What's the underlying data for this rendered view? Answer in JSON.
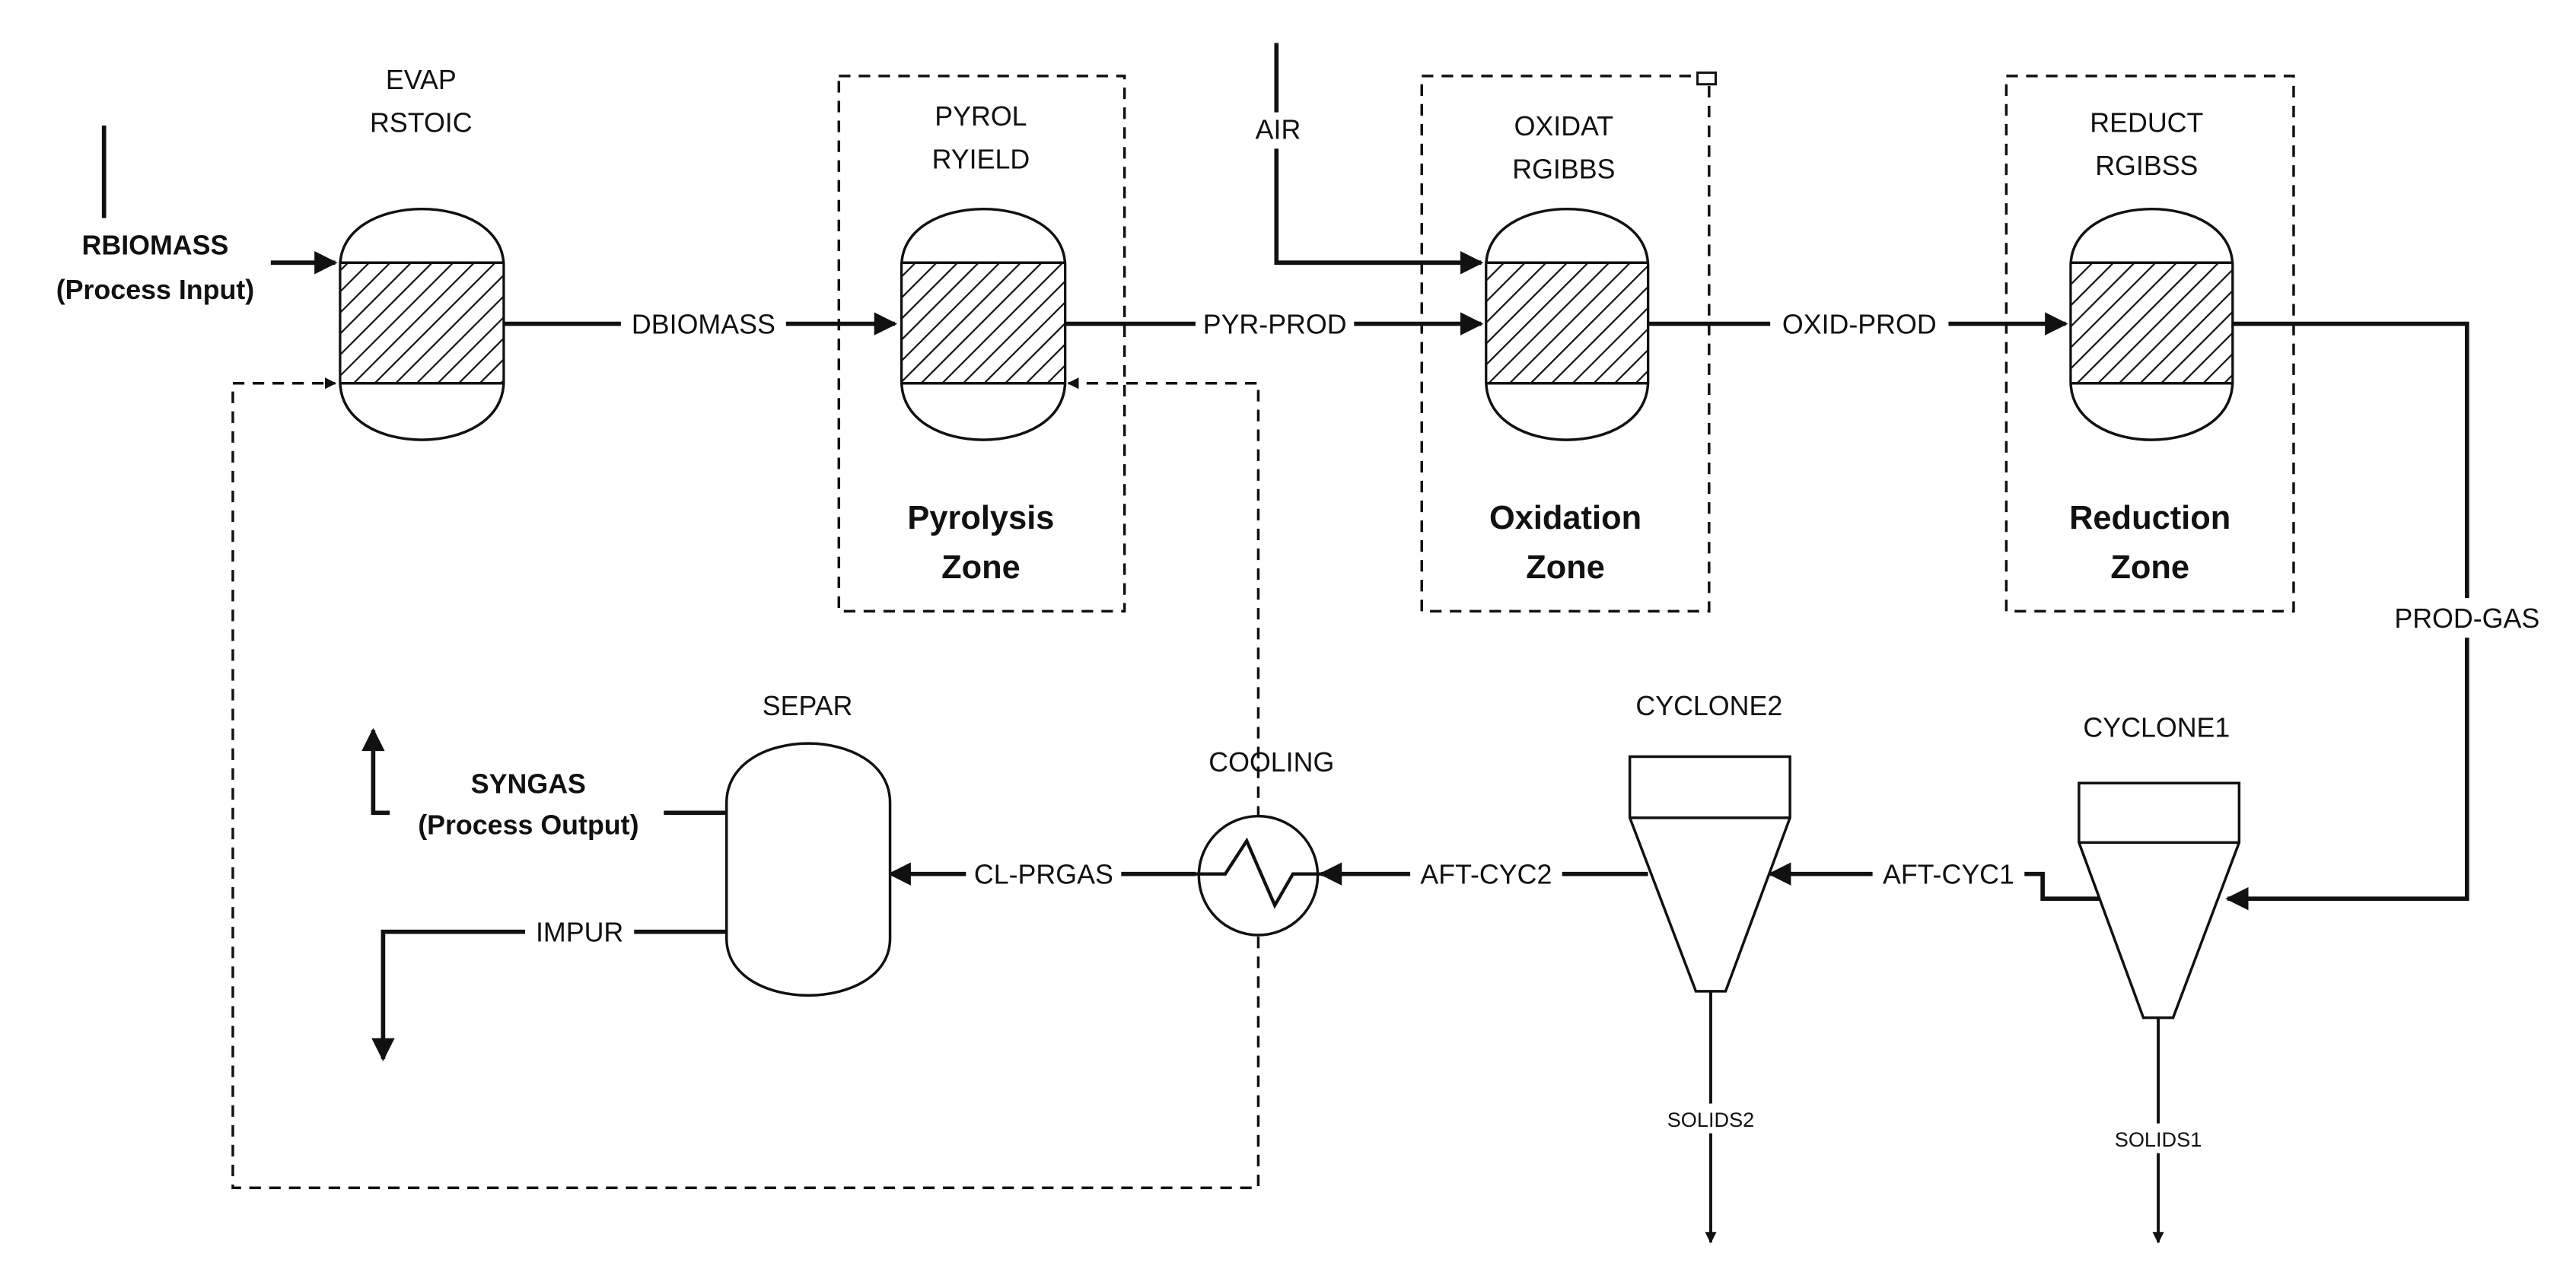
{
  "colors": {
    "line": "#111111",
    "background": "#ffffff"
  },
  "icons": {
    "reactor": "hatched-vessel-icon",
    "cyclone": "cyclone-separator-icon",
    "cooler": "heat-exchanger-icon",
    "separator": "vessel-icon"
  },
  "blocks": {
    "evap": {
      "name": "EVAP",
      "type": "RSTOIC"
    },
    "pyrol": {
      "name": "PYROL",
      "type": "RYIELD"
    },
    "oxidat": {
      "name": "OXIDAT",
      "type": "RGIBBS"
    },
    "reduct": {
      "name": "REDUCT",
      "type": "RGIBSS"
    },
    "separ": {
      "name": "SEPAR"
    },
    "cooling": {
      "name": "COOLING"
    },
    "cyclone1": {
      "name": "CYCLONE1"
    },
    "cyclone2": {
      "name": "CYCLONE2"
    }
  },
  "zones": {
    "pyrolysis": {
      "line1": "Pyrolysis",
      "line2": "Zone"
    },
    "oxidation": {
      "line1": "Oxidation",
      "line2": "Zone"
    },
    "reduction": {
      "line1": "Reduction",
      "line2": "Zone"
    }
  },
  "streams": {
    "input": {
      "name": "RBIOMASS",
      "note": "(Process Input)"
    },
    "output": {
      "name": "SYNGAS",
      "note": "(Process Output)"
    },
    "dbiomass": "DBIOMASS",
    "pyr_prod": "PYR-PROD",
    "air": "AIR",
    "oxid_prod": "OXID-PROD",
    "prod_gas": "PROD-GAS",
    "aft_cyc1": "AFT-CYC1",
    "aft_cyc2": "AFT-CYC2",
    "cl_prgas": "CL-PRGAS",
    "impur": "IMPUR",
    "solids1": "SOLIDS1",
    "solids2": "SOLIDS2"
  }
}
